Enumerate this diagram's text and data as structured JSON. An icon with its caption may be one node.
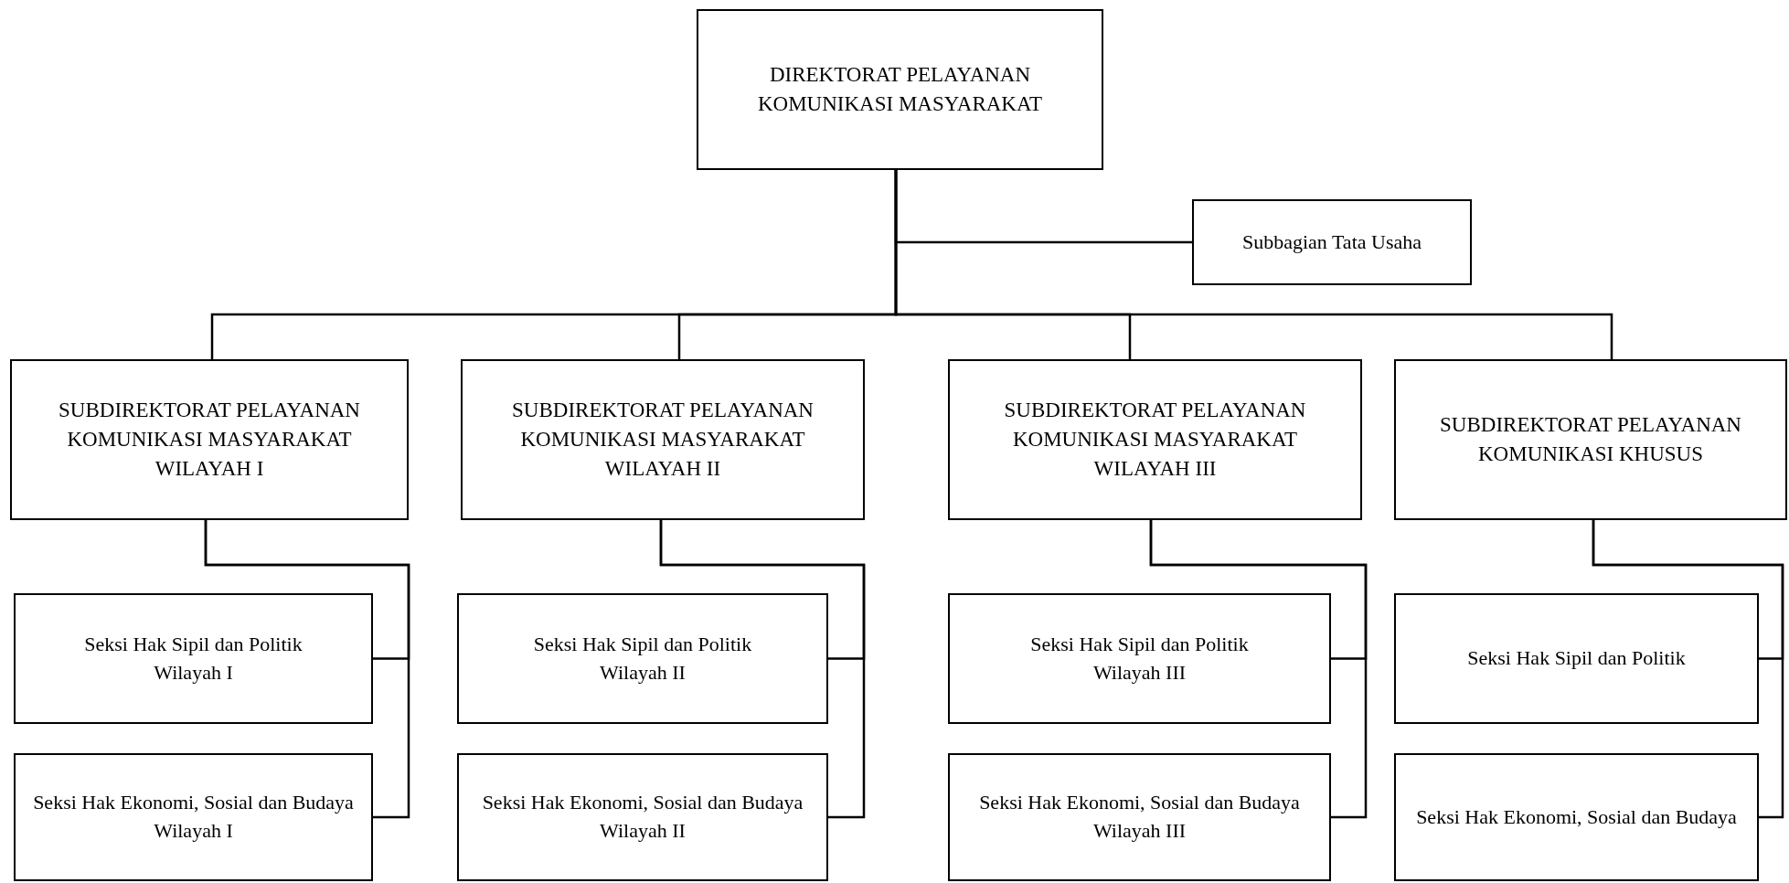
{
  "diagram": {
    "nodes": [
      {
        "text": [
          "DIREKTORAT PELAYANAN KOMUNIKASI MASYARAKAT"
        ]
      },
      {
        "text": [
          "Subbagian Tata Usaha"
        ]
      },
      {
        "text": [
          "SUBDIREKTORAT PELAYANAN KOMUNIKASI MASYARAKAT WILAYAH I"
        ]
      },
      {
        "text": [
          "Seksi Hak Sipil dan Politik Wilayah I"
        ]
      },
      {
        "text": [
          "Seksi Hak Ekonomi, Sosial dan Budaya Wilayah I"
        ]
      },
      {
        "text": [
          "SUBDIREKTORAT PELAYANAN KOMUNIKASI MASYARAKAT WILAYAH II"
        ]
      },
      {
        "text": [
          "Seksi Hak Sipil dan Politik Wilayah II"
        ]
      },
      {
        "text": [
          "Seksi Hak Ekonomi, Sosial dan Budaya Wilayah II"
        ]
      },
      {
        "text": [
          "SUBDIREKTORAT PELAYANAN KOMUNIKASI MASYARAKAT WILAYAH III"
        ]
      },
      {
        "text": [
          "Seksi Hak Sipil dan Politik Wilayah III"
        ]
      },
      {
        "text": [
          "Seksi Hak Ekonomi, Sosial dan Budaya Wilayah III"
        ]
      },
      {
        "text": [
          "SUBDIREKTORAT PELAYANAN KOMUNIKASI KHUSUS"
        ]
      },
      {
        "text": [
          "Seksi Hak Sipil dan Politik"
        ]
      },
      {
        "text": [
          "Seksi Hak Ekonomi, Sosial dan Budaya"
        ]
      }
    ],
    "edges": [
      {
        "from": 0,
        "to": 1,
        "arrow": "none"
      },
      {
        "from": 0,
        "to": 2,
        "arrow": "none"
      },
      {
        "from": 0,
        "to": 5,
        "arrow": "none"
      },
      {
        "from": 0,
        "to": 8,
        "arrow": "none"
      },
      {
        "from": 0,
        "to": 11,
        "arrow": "none"
      },
      {
        "from": 2,
        "to": 3,
        "arrow": "none"
      },
      {
        "from": 2,
        "to": 4,
        "arrow": "none"
      },
      {
        "from": 5,
        "to": 6,
        "arrow": "none"
      },
      {
        "from": 5,
        "to": 7,
        "arrow": "none"
      },
      {
        "from": 8,
        "to": 9,
        "arrow": "none"
      },
      {
        "from": 8,
        "to": 10,
        "arrow": "none"
      },
      {
        "from": 11,
        "to": 12,
        "arrow": "none"
      },
      {
        "from": 11,
        "to": 13,
        "arrow": "none"
      }
    ]
  }
}
